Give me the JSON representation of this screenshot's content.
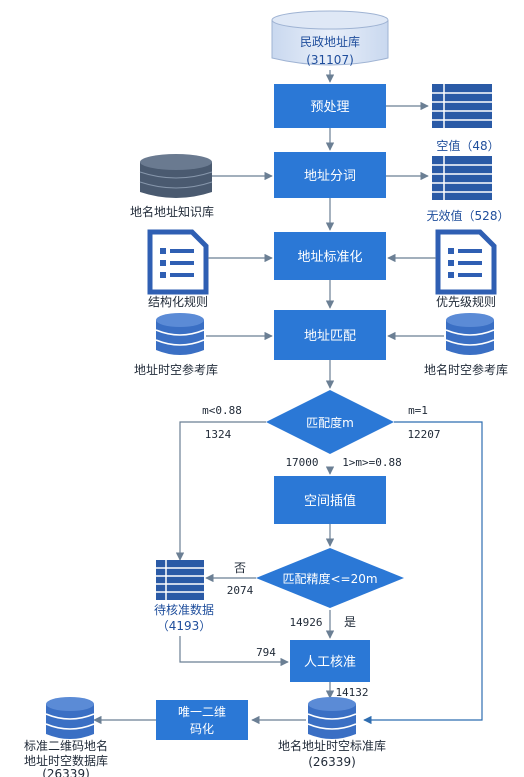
{
  "source_db": {
    "name": "民政地址库",
    "count": "(31107)"
  },
  "steps": {
    "preprocess": "预处理",
    "segment": "地址分词",
    "standardize": "地址标准化",
    "match": "地址匹配",
    "interpolate": "空间插值",
    "manual": "人工核准",
    "encode_line1": "唯一二维",
    "encode_line2": "码化"
  },
  "decisions": {
    "match_degree": "匹配度m",
    "match_precision": "匹配精度<=20m"
  },
  "side_outputs": {
    "empty": "空值（48）",
    "invalid": "无效值（528）"
  },
  "knowledge": {
    "kb": "地名地址知识库",
    "struct_rules": "结构化规则",
    "priority_rules": "优先级规则",
    "addr_ref": "地址时空参考库",
    "place_ref": "地名时空参考库"
  },
  "branch_labels": {
    "low_cond": "m<0.88",
    "low_count": "1324",
    "high_cond": "m=1",
    "high_count": "12207",
    "mid_count": "17000",
    "mid_cond": "1>m>=0.88",
    "no": "否",
    "no_count": "2074",
    "yes_count": "14926",
    "yes": "是",
    "review_count": "794",
    "approved_count": "14132"
  },
  "pending": {
    "name": "待核准数据",
    "count": "（4193）"
  },
  "std_db": {
    "name": "地名地址时空标准库",
    "count": "(26339)"
  },
  "qr_db": {
    "line1": "标准二维码地名",
    "line2": "地址时空数据库",
    "count": "(26339)"
  },
  "colors": {
    "box": "#2b78d6",
    "dark": "#2a5aa6",
    "db": "#3a6fc4",
    "edge": "#6b7f94",
    "bg": "#ffffff"
  }
}
